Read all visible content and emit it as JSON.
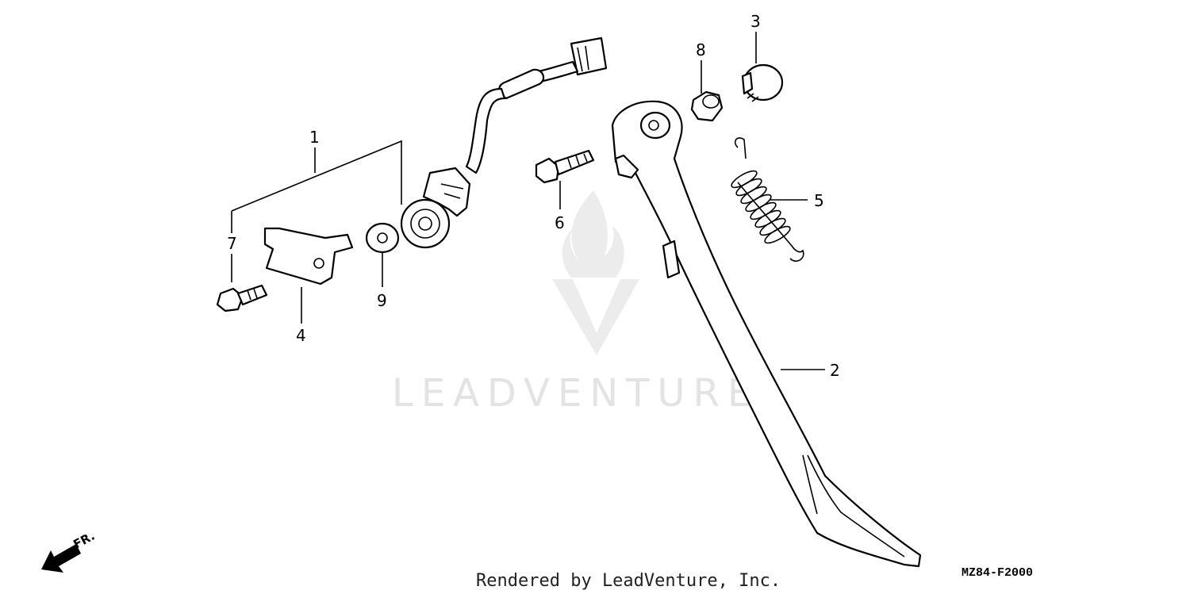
{
  "watermark": {
    "brand": "LEADVENTURE"
  },
  "callouts": {
    "c1": "1",
    "c2": "2",
    "c3": "3",
    "c4": "4",
    "c5": "5",
    "c6": "6",
    "c7": "7",
    "c8": "8",
    "c9": "9"
  },
  "footer": {
    "credit": "Rendered by LeadVenture, Inc.",
    "diagram_code": "MZ84-F2000"
  },
  "direction_indicator": {
    "label": "FR.",
    "icon": "front-direction-arrow-icon"
  }
}
